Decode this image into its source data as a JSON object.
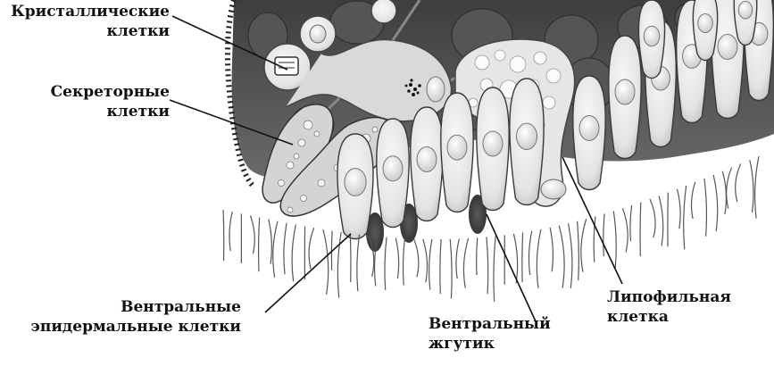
{
  "labels": {
    "crystal": {
      "line1": "Кристаллические",
      "line2": "клетки"
    },
    "secretory": {
      "line1": "Секреторные",
      "line2": "клетки"
    },
    "ventral_epidermal": {
      "line1": "Вентральные",
      "line2": "эпидермальные клетки"
    },
    "ventral_flagellum": {
      "line1": "Вентральный",
      "line2": "жгутик"
    },
    "lipophil": {
      "line1": "Липофильная",
      "line2": "клетка"
    }
  }
}
